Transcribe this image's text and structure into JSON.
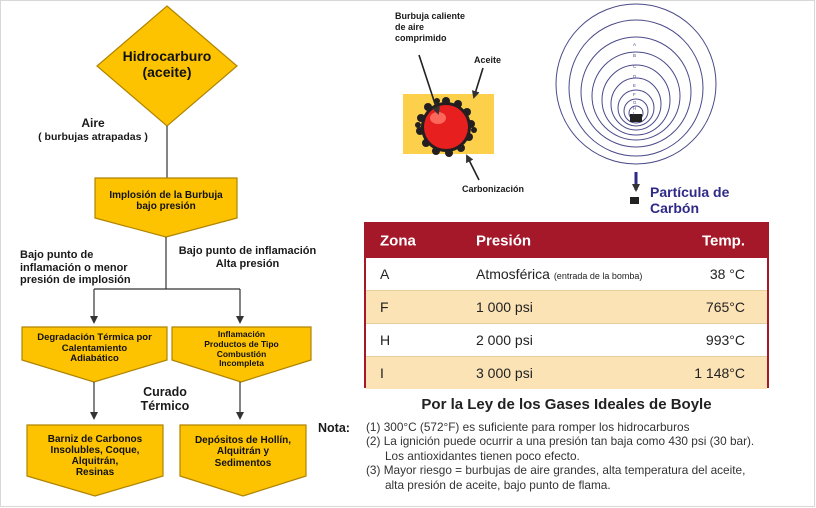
{
  "flowchart": {
    "top_node": [
      "Hidrocarburo",
      "(aceite)"
    ],
    "air_label": [
      "Aire",
      "( burbujas atrapadas )"
    ],
    "implosion_box": [
      "Implosión de la Burbuja",
      "bajo presión"
    ],
    "left_branch_label": [
      "Bajo punto de",
      "inflamación o menor",
      "presión  de implosión"
    ],
    "right_branch_label": [
      "Bajo punto de inflamación",
      "Alta presión"
    ],
    "degradation_box": [
      "Degradación Térmica por",
      "Calentamiento",
      "Adiabático"
    ],
    "ignition_box": [
      "Inflamación",
      "Productos de Tipo",
      "Combustión",
      "Incompleta"
    ],
    "cure_label": [
      "Curado",
      "Térmico"
    ],
    "varnish_box": [
      "Barniz de Carbonos",
      "Insolubles, Coque,",
      "Alquitrán,",
      "Resinas"
    ],
    "deposits_box": [
      "Depósitos de Hollín,",
      "Alquitrán y",
      "Sedimentos"
    ]
  },
  "bubble_diagram": {
    "bubble_label": [
      "Burbuja caliente",
      "de aire",
      "comprimido"
    ],
    "oil_label": "Aceite",
    "carbonization_label": "Carbonización"
  },
  "contour_diagram": {
    "zone_letters": [
      "A",
      "B",
      "C",
      "D",
      "E",
      "F",
      "G",
      "H",
      "I"
    ],
    "particle_label": [
      "Partícula de",
      "Carbón"
    ]
  },
  "zone_table": {
    "headers": [
      "Zona",
      "Presión",
      "Temp."
    ],
    "rows": [
      {
        "zone": "A",
        "pressure": "Atmosférica",
        "pressure_note": "(entrada de la bomba)",
        "temp": "38 °C"
      },
      {
        "zone": "F",
        "pressure": "1 000 psi",
        "pressure_note": "",
        "temp": "765°C"
      },
      {
        "zone": "H",
        "pressure": "2 000 psi",
        "pressure_note": "",
        "temp": "993°C"
      },
      {
        "zone": "I",
        "pressure": "3 000 psi",
        "pressure_note": "",
        "temp": "1 148°C"
      }
    ]
  },
  "law_title": "Por la Ley de los Gases Ideales de  Boyle",
  "notes": {
    "label": "Nota:",
    "lines": [
      "(1) 300°C (572°F) es suficiente para romper los hidrocarburos",
      "(2) La ignición puede ocurrir a una presión tan baja como 430 psi (30 bar).",
      "Los antioxidantes tienen poco efecto.",
      "(3) Mayor riesgo = burbujas de aire grandes, alta temperatura del aceite,",
      "alta presión de aceite, bajo punto de flama."
    ]
  },
  "colors": {
    "box_fill": "#fdc300",
    "box_stroke": "#b08400",
    "table_accent": "#a5182a",
    "table_alt_row": "#fbe3b6",
    "particle_label": "#2e2a86",
    "bubble_red": "#e81f1f",
    "oil_yellow": "#fcd04a"
  }
}
